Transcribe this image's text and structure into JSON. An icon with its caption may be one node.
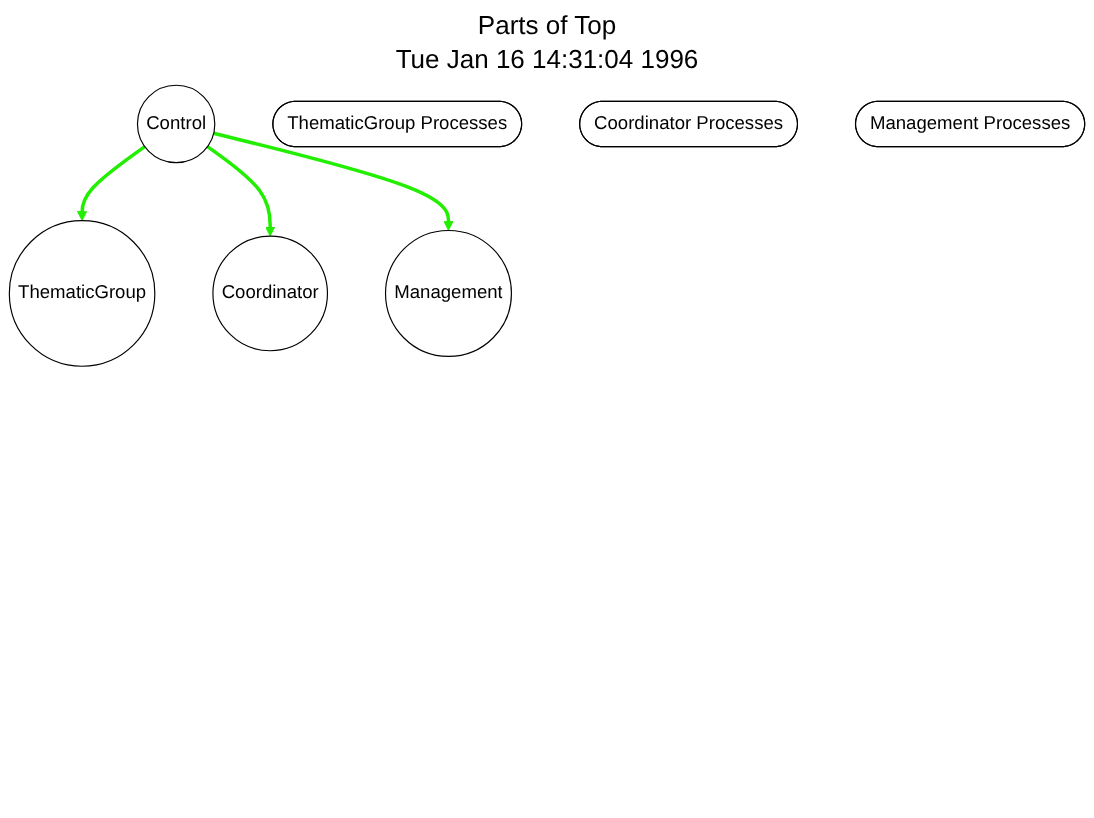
{
  "diagram": {
    "title": "Parts of Top",
    "nodes": [
      {
        "text": [
          "Control"
        ]
      },
      {
        "text": [
          "ThematicGroup"
        ]
      },
      {
        "text": [
          "Coordinator"
        ]
      },
      {
        "text": [
          "Management"
        ]
      },
      {
        "text": [
          "ThematicGroup Processes"
        ]
      },
      {
        "text": [
          "Coordinator Processes"
        ]
      },
      {
        "text": [
          "Management Processes"
        ]
      }
    ],
    "edges": [
      {
        "from": 0,
        "to": 1,
        "arrow": "to"
      },
      {
        "from": 0,
        "to": 2,
        "arrow": "to"
      },
      {
        "from": 0,
        "to": 3,
        "arrow": "to"
      }
    ],
    "labels": [
      "Tue Jan 16 14:31:04 1996"
    ]
  }
}
